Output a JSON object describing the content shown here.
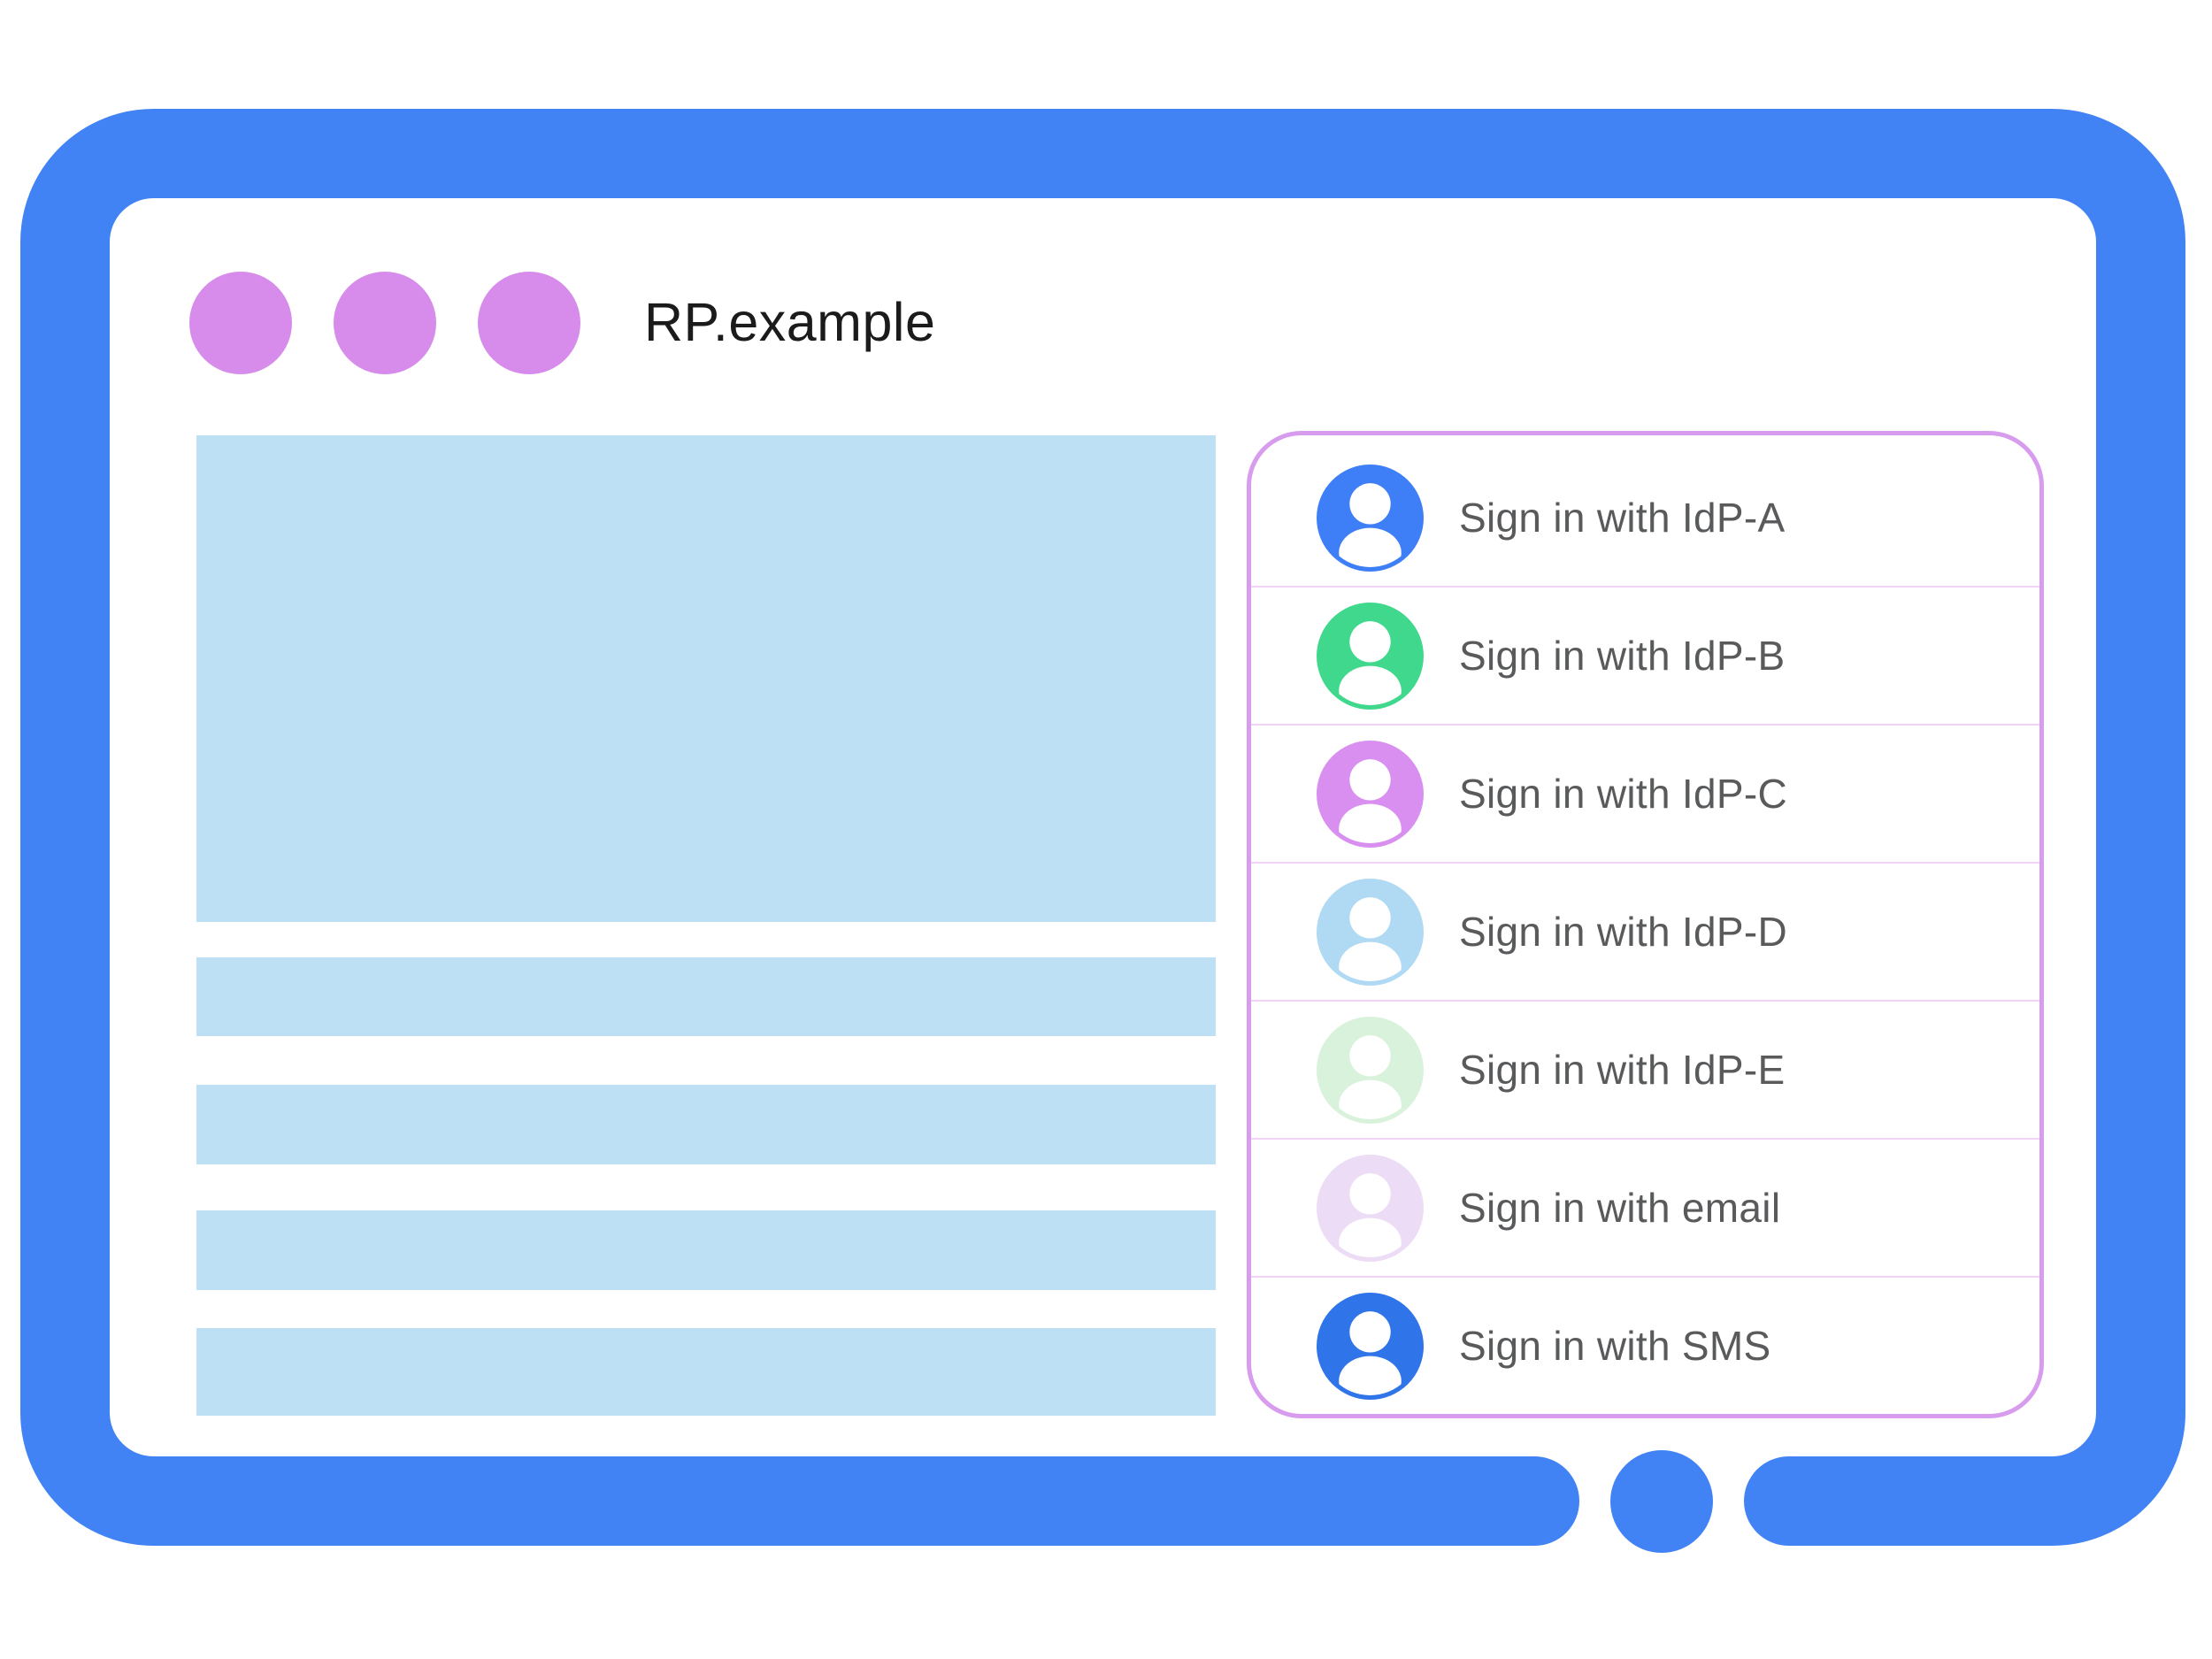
{
  "window": {
    "title": "RP.example",
    "dots_color": "#d78cec"
  },
  "colors": {
    "frame_blue": "#4183f5",
    "content_placeholder": "#bde0f4",
    "panel_border": "#d89cee",
    "row_divider": "#f2d2f6",
    "label_text": "#595a5c",
    "title_text": "#1b1b1b",
    "background": "#ffffff"
  },
  "signin": {
    "options": [
      {
        "label": "Sign in with IdP-A",
        "icon": "person-avatar-icon",
        "color": "#3e7ef7"
      },
      {
        "label": "Sign in with IdP-B",
        "icon": "person-avatar-icon",
        "color": "#40d88d"
      },
      {
        "label": "Sign in with IdP-C",
        "icon": "person-avatar-icon",
        "color": "#d88ff0"
      },
      {
        "label": "Sign in with IdP-D",
        "icon": "person-avatar-icon",
        "color": "#b0d9f3"
      },
      {
        "label": "Sign in with IdP-E",
        "icon": "person-avatar-icon",
        "color": "#d9f2dc"
      },
      {
        "label": "Sign in with email",
        "icon": "person-avatar-icon",
        "color": "#ecdcf5"
      },
      {
        "label": "Sign in with SMS",
        "icon": "person-avatar-icon",
        "color": "#2f74e8"
      }
    ]
  }
}
